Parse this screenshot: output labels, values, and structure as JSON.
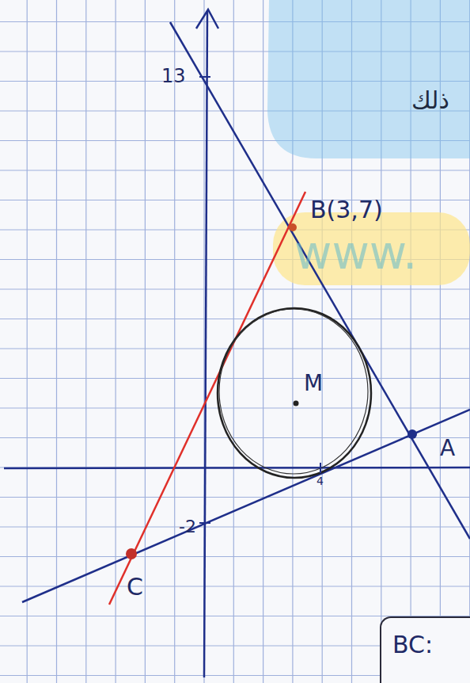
{
  "diagram": {
    "nodes": [
      {
        "text": [
          "BC:"
        ]
      }
    ],
    "labels": [
      "ذلك",
      "13",
      "B(3,7)",
      "www.",
      "M",
      "A",
      "4",
      "-2",
      "C"
    ]
  }
}
